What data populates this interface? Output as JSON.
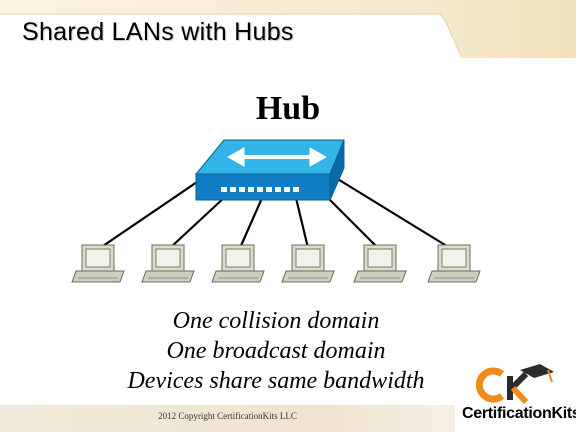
{
  "slide": {
    "title": "Shared LANs with Hubs",
    "hub_label": "Hub",
    "captions": [
      "One collision domain",
      "One broadcast domain",
      "Devices share same bandwidth"
    ],
    "copyright": "2012 Copyright CertificationKits  LLC"
  },
  "logo": {
    "text": "CertificationKits"
  },
  "diagram": {
    "hub_icon": "hub-icon",
    "device_icon": "computer-icon",
    "device_count": 6
  },
  "colors": {
    "title_band": "#f5e9c8",
    "hub_top": "#33b5e5",
    "hub_front": "#0d74b8",
    "computer": "#d9d9cc",
    "logo_orange": "#f08a1c"
  }
}
